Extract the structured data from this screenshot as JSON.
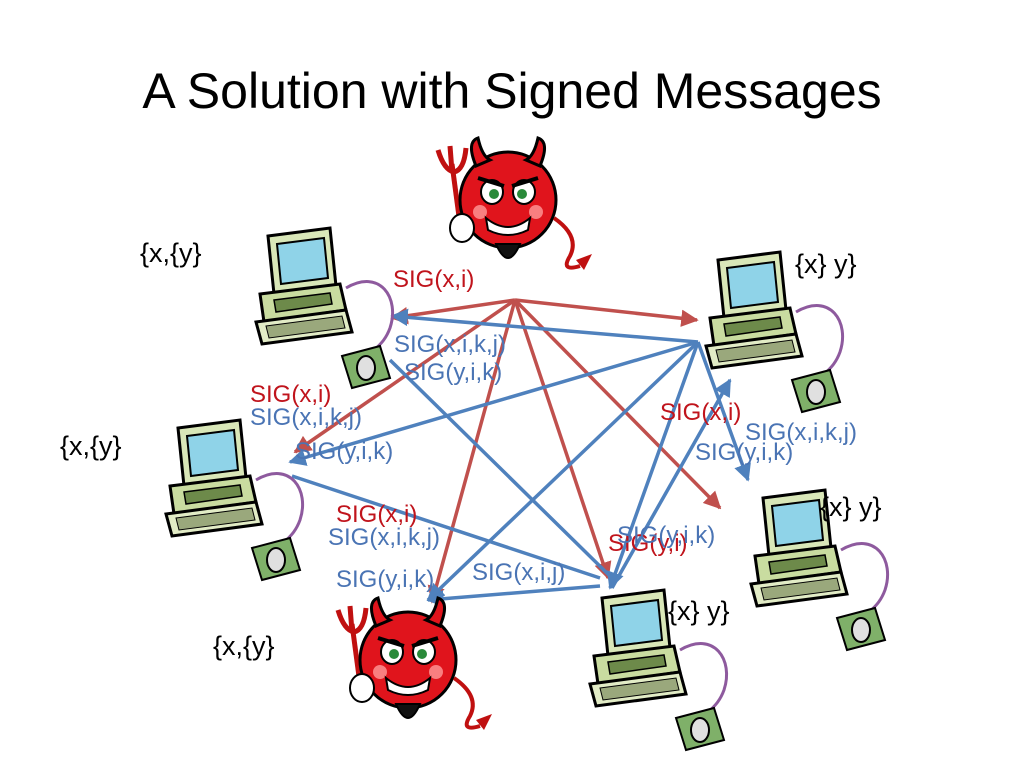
{
  "slide": {
    "title": "A Solution with Signed Messages"
  },
  "colors": {
    "red_arrow": "#c0504d",
    "blue_arrow": "#4f81bd",
    "red_text": "#c0141c",
    "blue_text": "#4a74b4",
    "devil": "#e0141c"
  },
  "nodes": {
    "devil_top": {
      "icon": "devil-icon"
    },
    "devil_bottom": {
      "icon": "devil-icon",
      "set_label": "{x,{y}"
    },
    "computer_top_left": {
      "icon": "computer-icon",
      "set_label": "{x,{y}"
    },
    "computer_mid_left": {
      "icon": "computer-icon",
      "set_label": "{x,{y}"
    },
    "computer_top_right": {
      "icon": "computer-icon",
      "set_label": "{x} y}"
    },
    "computer_mid_right": {
      "icon": "computer-icon",
      "set_label": "{x} y}"
    },
    "computer_bottom": {
      "icon": "computer-icon",
      "set_label": "{x} y}"
    }
  },
  "labels": {
    "red_top": "SIG(x,i)",
    "red_left": "SIG(x,i)",
    "red_center": "SIG(x,i)",
    "red_right": "SIG(x,i)",
    "red_bottom_right": "SIG(y,i)",
    "blue_top_1": "SIG(x,i,k,j)",
    "blue_top_2": "SIG(y,i,k)",
    "blue_left_1": "SIG(x,i,k,j)",
    "blue_left_2": "SIG(y,i,k)",
    "blue_right_1": "SIG(x,i,k,j)",
    "blue_right_2": "SIG(y,i,k)",
    "blue_center_1": "SIG(x,i,k,j)",
    "blue_center_2": "SIG(y,i,k)",
    "blue_bottom_1": "SIG(x,i,j)",
    "blue_bottom_right": "SIG(y,i,k)"
  }
}
